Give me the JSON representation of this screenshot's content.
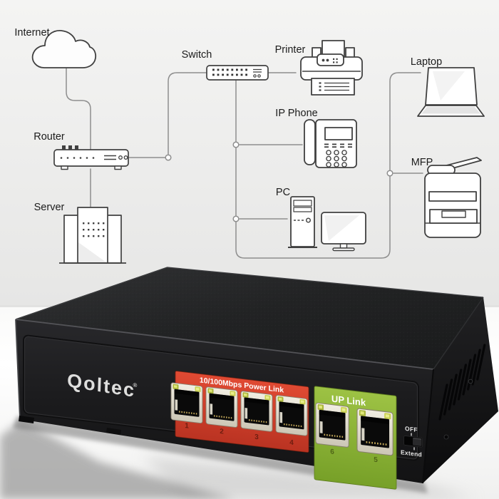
{
  "diagram": {
    "labels": {
      "internet": "Internet",
      "router": "Router",
      "server": "Server",
      "switch": "Switch",
      "printer": "Printer",
      "ip_phone": "IP Phone",
      "pc": "PC",
      "laptop": "Laptop",
      "mfp": "MFP"
    },
    "line_color": "#8e8e8e"
  },
  "device": {
    "brand": "Qoltec",
    "brand_reg": "®",
    "chassis_color": "#1b1b1c",
    "poe_panel": {
      "label": "10/100Mbps Power Link",
      "color": "#d4402e",
      "ports": [
        "1",
        "2",
        "3",
        "4"
      ]
    },
    "uplink_panel": {
      "label": "UP Link",
      "color": "#8fb636",
      "ports": [
        "6",
        "5"
      ]
    },
    "toggle": {
      "off_label": "OFF",
      "extend_label": "Extend"
    }
  }
}
